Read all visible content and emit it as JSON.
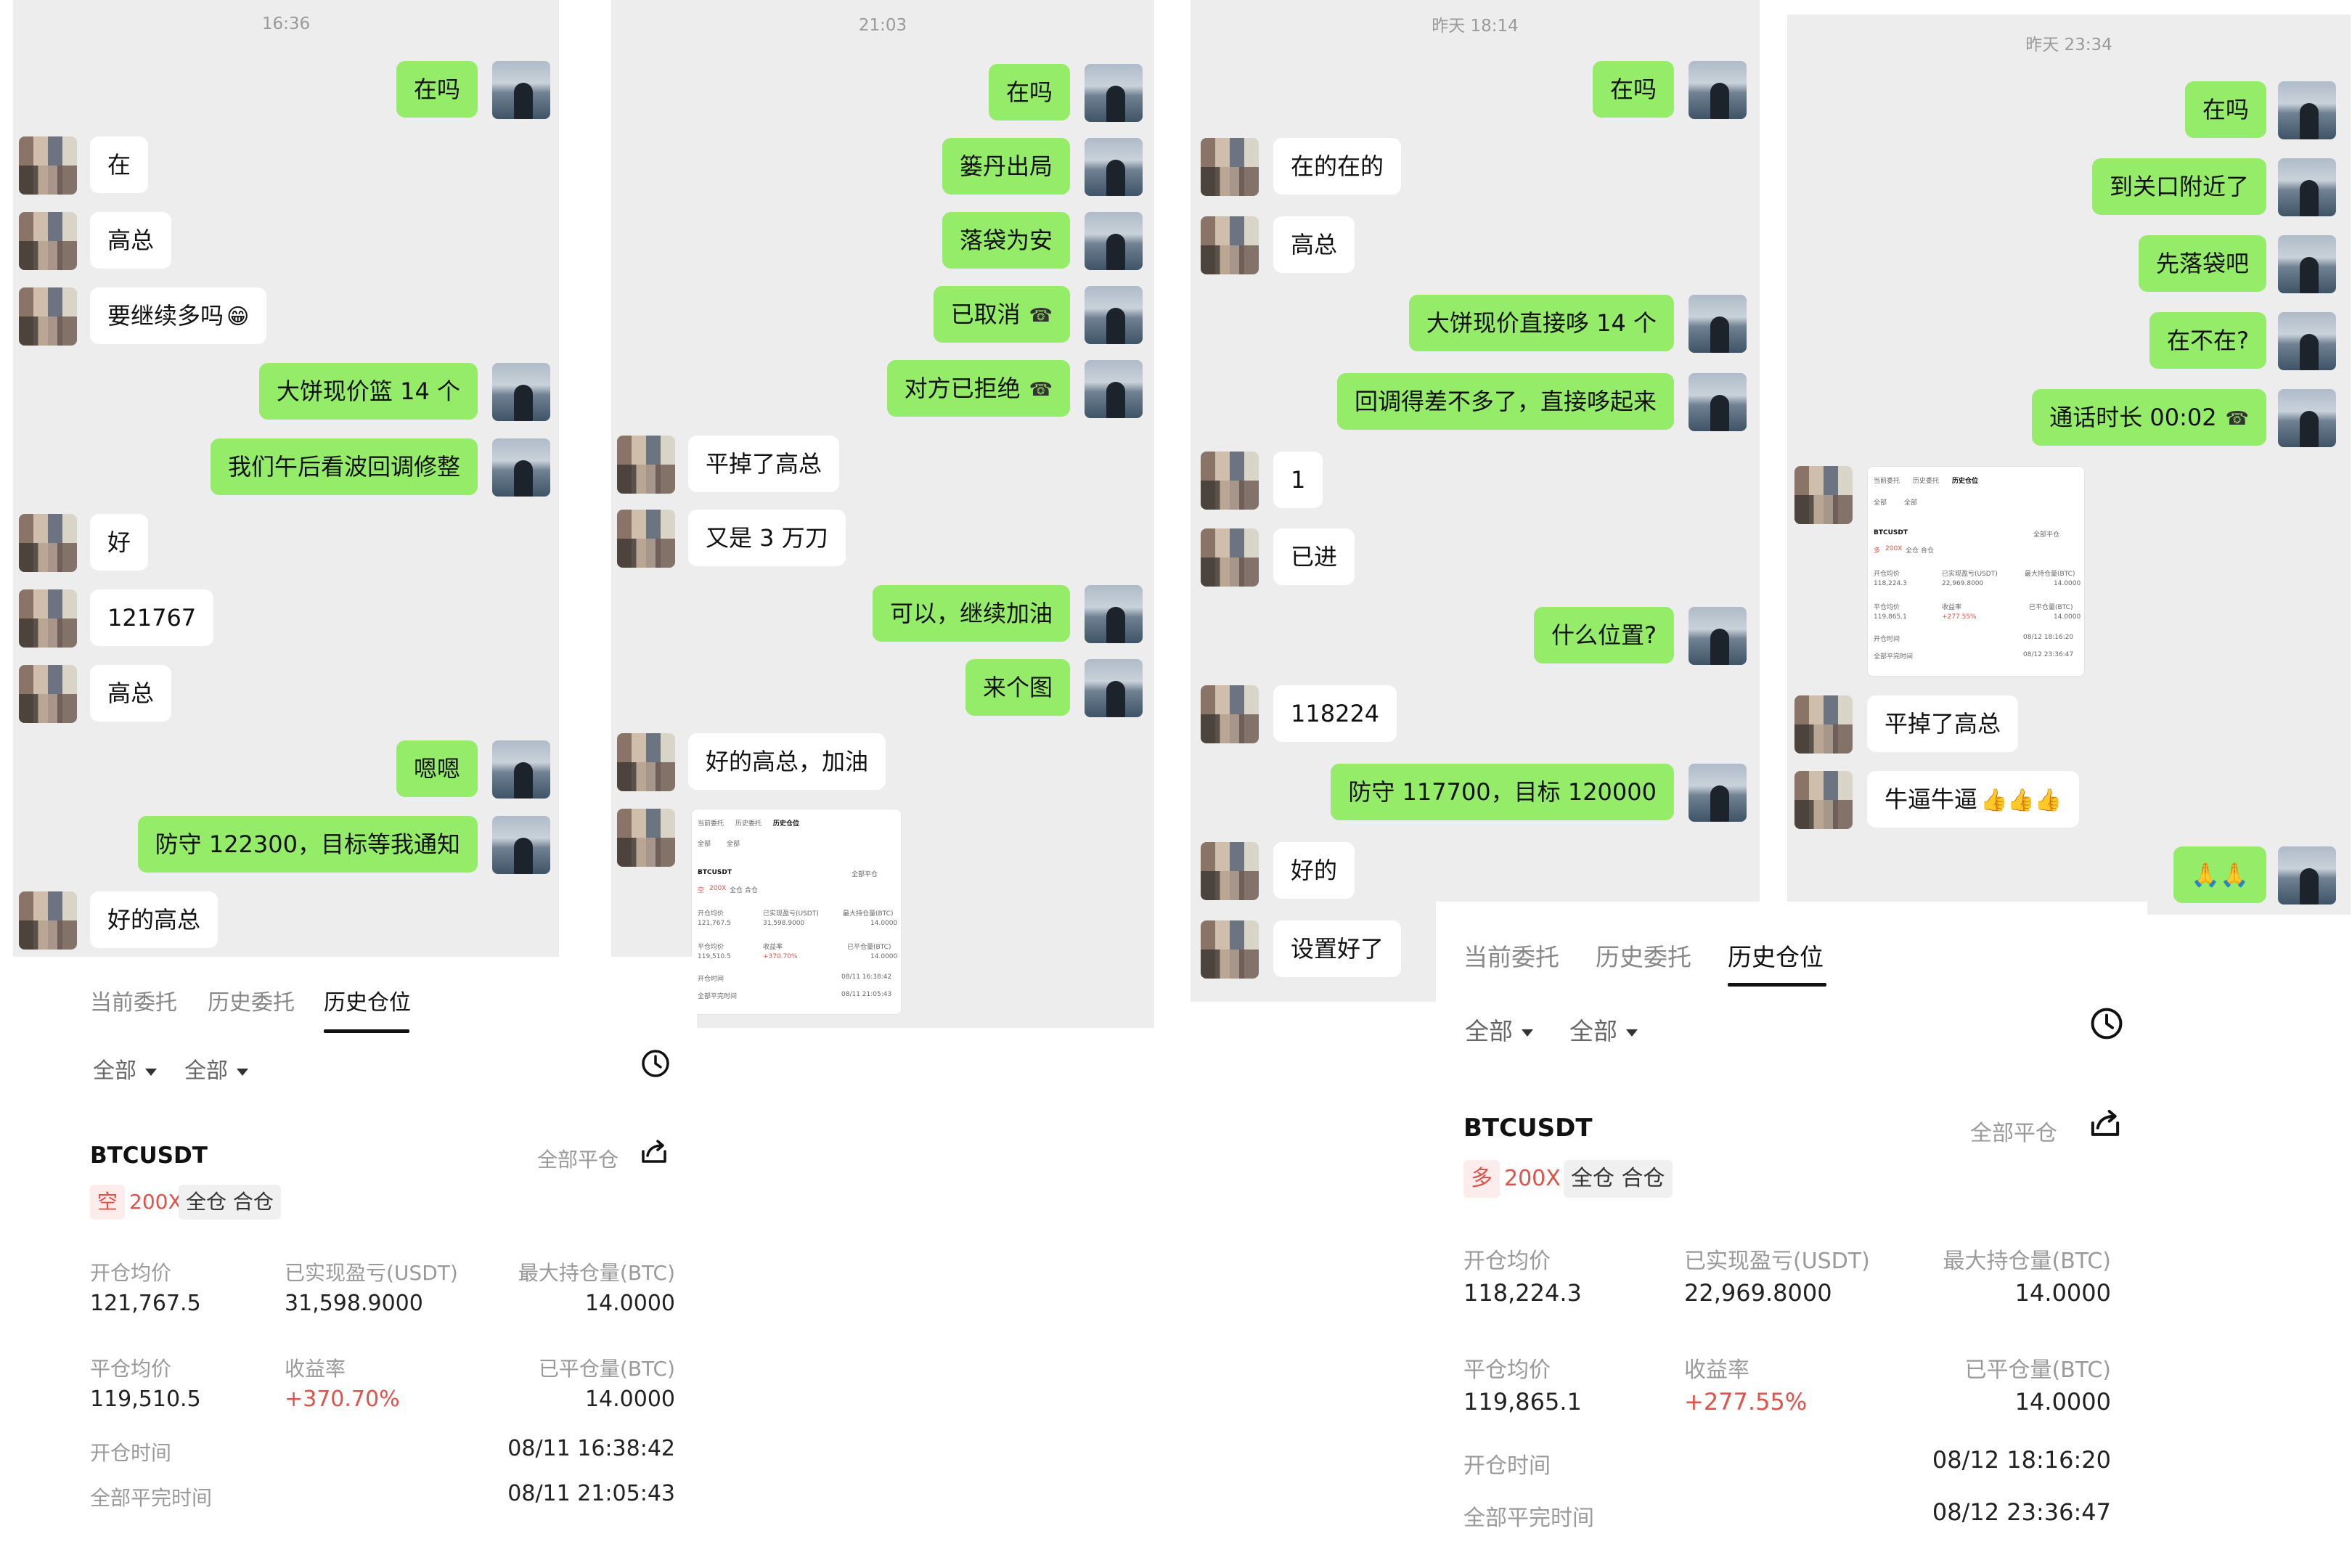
{
  "chat1": {
    "time": "16:36",
    "messages": [
      {
        "from": "me",
        "text": "在吗"
      },
      {
        "from": "other",
        "text": "在"
      },
      {
        "from": "other",
        "text": "高总"
      },
      {
        "from": "other",
        "text": "要继续多吗"
      },
      {
        "from": "me",
        "text": "大饼现价篮 14 个"
      },
      {
        "from": "me",
        "text": "我们午后看波回调修整"
      },
      {
        "from": "other",
        "text": "好"
      },
      {
        "from": "other",
        "text": "121767"
      },
      {
        "from": "other",
        "text": "高总"
      },
      {
        "from": "me",
        "text": "嗯嗯"
      },
      {
        "from": "me",
        "text": "防守 122300，目标等我通知"
      },
      {
        "from": "other",
        "text": "好的高总"
      }
    ]
  },
  "chat2": {
    "time": "21:03",
    "messages": [
      {
        "from": "me",
        "text": "在吗"
      },
      {
        "from": "me",
        "text": "篓丹出局"
      },
      {
        "from": "me",
        "text": "落袋为安"
      },
      {
        "from": "me",
        "text": "已取消"
      },
      {
        "from": "me",
        "text": "对方已拒绝"
      },
      {
        "from": "other",
        "text": "平掉了高总"
      },
      {
        "from": "other",
        "text": "又是 3 万刀"
      },
      {
        "from": "me",
        "text": "可以，继续加油"
      },
      {
        "from": "me",
        "text": "来个图"
      },
      {
        "from": "other",
        "text": "好的高总，加油"
      }
    ]
  },
  "chat3": {
    "time": "昨天 18:14",
    "messages": [
      {
        "from": "me",
        "text": "在吗"
      },
      {
        "from": "other",
        "text": "在的在的"
      },
      {
        "from": "other",
        "text": "高总"
      },
      {
        "from": "me",
        "text": "大饼现价直接哆 14 个"
      },
      {
        "from": "me",
        "text": "回调得差不多了，直接哆起来"
      },
      {
        "from": "other",
        "text": "1"
      },
      {
        "from": "other",
        "text": "已进"
      },
      {
        "from": "me",
        "text": "什么位置?"
      },
      {
        "from": "other",
        "text": "118224"
      },
      {
        "from": "me",
        "text": "防守 117700，目标 120000"
      },
      {
        "from": "other",
        "text": "好的"
      },
      {
        "from": "other",
        "text": "设置好了"
      }
    ]
  },
  "chat4": {
    "time": "昨天 23:34",
    "messages": [
      {
        "from": "me",
        "text": "在吗"
      },
      {
        "from": "me",
        "text": "到关口附近了"
      },
      {
        "from": "me",
        "text": "先落袋吧"
      },
      {
        "from": "me",
        "text": "在不在?"
      },
      {
        "from": "me",
        "text": "通话时长 00:02"
      },
      {
        "from": "other",
        "text": "平掉了高总"
      },
      {
        "from": "other",
        "text": "牛逼牛逼"
      },
      {
        "from": "me",
        "text": "🙏🙏"
      }
    ]
  },
  "emoji": {
    "grin": "😁",
    "thumbs": "👍👍👍",
    "call": "☎"
  },
  "tabs": [
    "当前委托",
    "历史委托",
    "历史仓位"
  ],
  "filters": [
    "全部",
    "全部"
  ],
  "card_labels": {
    "close_all": "全部平仓",
    "open_avg": "开仓均价",
    "realized_pnl": "已实现盈亏(USDT)",
    "max_position": "最大持仓量(BTC)",
    "close_avg": "平仓均价",
    "return_rate": "收益率",
    "closed_qty": "已平仓量(BTC)",
    "open_time": "开仓时间",
    "close_time": "全部平完时间"
  },
  "position1": {
    "symbol": "BTCUSDT",
    "side": "空",
    "leverage": "200X",
    "mode": "全仓 合仓",
    "open_avg": "121,767.5",
    "realized_pnl": "31,598.9000",
    "max_position": "14.0000",
    "close_avg": "119,510.5",
    "return_rate": "+370.70%",
    "closed_qty": "14.0000",
    "open_time": "08/11 16:38:42",
    "close_time": "08/11 21:05:43"
  },
  "position2": {
    "symbol": "BTCUSDT",
    "side": "多",
    "leverage": "200X",
    "mode": "全仓 合仓",
    "open_avg": "118,224.3",
    "realized_pnl": "22,969.8000",
    "max_position": "14.0000",
    "close_avg": "119,865.1",
    "return_rate": "+277.55%",
    "closed_qty": "14.0000",
    "open_time": "08/12 18:16:20",
    "close_time": "08/12 23:36:47"
  },
  "colors": {
    "out_bubble": "#95ec69",
    "in_bubble": "#ffffff",
    "chat_bg": "#ededed",
    "profit_red": "#e0524a"
  }
}
